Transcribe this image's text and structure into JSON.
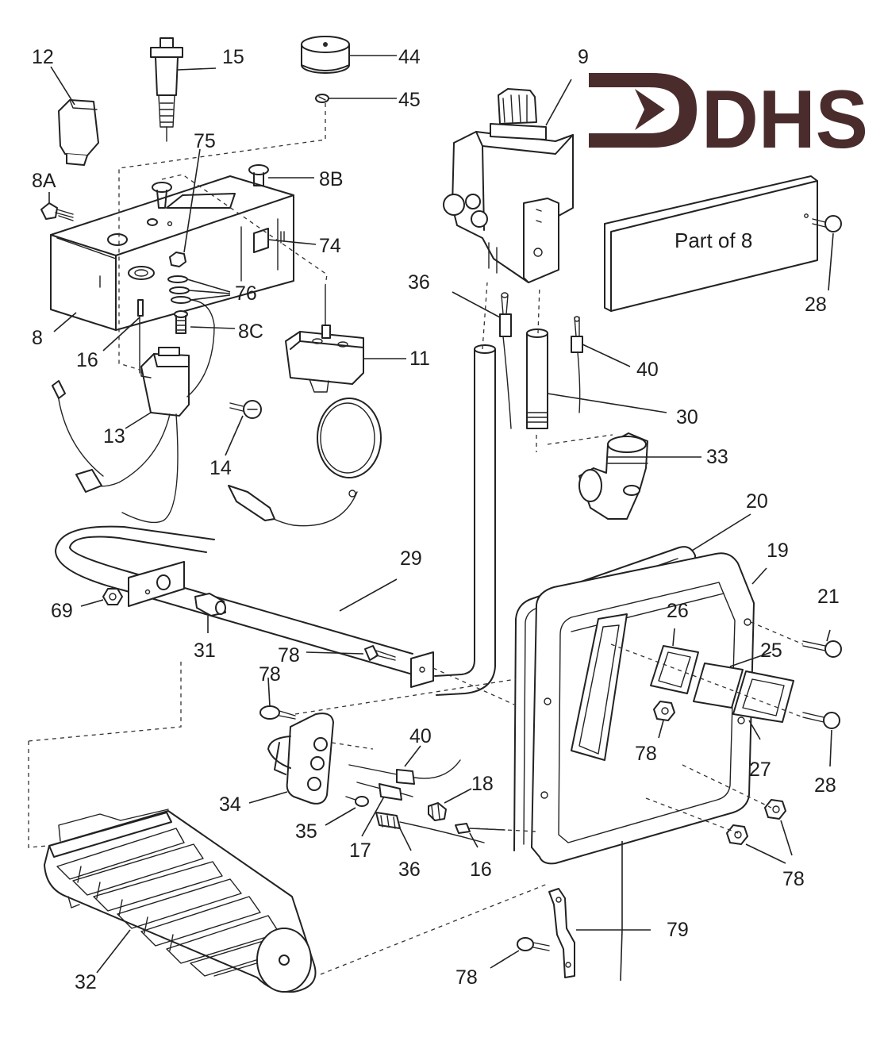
{
  "logo": {
    "text": "DHS",
    "color": "#4a2c2c"
  },
  "panel_text": "Part of 8",
  "callouts": [
    {
      "id": "c12",
      "label": "12"
    },
    {
      "id": "c15",
      "label": "15"
    },
    {
      "id": "c44",
      "label": "44"
    },
    {
      "id": "c45",
      "label": "45"
    },
    {
      "id": "c9",
      "label": "9"
    },
    {
      "id": "c75",
      "label": "75"
    },
    {
      "id": "c8a",
      "label": "8A"
    },
    {
      "id": "c8b",
      "label": "8B"
    },
    {
      "id": "c74",
      "label": "74"
    },
    {
      "id": "c76",
      "label": "76"
    },
    {
      "id": "c8",
      "label": "8"
    },
    {
      "id": "c16a",
      "label": "16"
    },
    {
      "id": "c8c",
      "label": "8C"
    },
    {
      "id": "c11",
      "label": "11"
    },
    {
      "id": "c13",
      "label": "13"
    },
    {
      "id": "c14",
      "label": "14"
    },
    {
      "id": "c36a",
      "label": "36"
    },
    {
      "id": "c28a",
      "label": "28"
    },
    {
      "id": "c40a",
      "label": "40"
    },
    {
      "id": "c30",
      "label": "30"
    },
    {
      "id": "c33",
      "label": "33"
    },
    {
      "id": "c20",
      "label": "20"
    },
    {
      "id": "c19",
      "label": "19"
    },
    {
      "id": "c29",
      "label": "29"
    },
    {
      "id": "c69",
      "label": "69"
    },
    {
      "id": "c31",
      "label": "31"
    },
    {
      "id": "c21",
      "label": "21"
    },
    {
      "id": "c26",
      "label": "26"
    },
    {
      "id": "c25",
      "label": "25"
    },
    {
      "id": "c78a",
      "label": "78"
    },
    {
      "id": "c78b",
      "label": "78"
    },
    {
      "id": "c78c",
      "label": "78"
    },
    {
      "id": "c28b",
      "label": "28"
    },
    {
      "id": "c27",
      "label": "27"
    },
    {
      "id": "c40b",
      "label": "40"
    },
    {
      "id": "c34",
      "label": "34"
    },
    {
      "id": "c18",
      "label": "18"
    },
    {
      "id": "c35",
      "label": "35"
    },
    {
      "id": "c17",
      "label": "17"
    },
    {
      "id": "c36b",
      "label": "36"
    },
    {
      "id": "c16b",
      "label": "16"
    },
    {
      "id": "c78d",
      "label": "78"
    },
    {
      "id": "c79",
      "label": "79"
    },
    {
      "id": "c32",
      "label": "32"
    },
    {
      "id": "c78e",
      "label": "78"
    }
  ]
}
